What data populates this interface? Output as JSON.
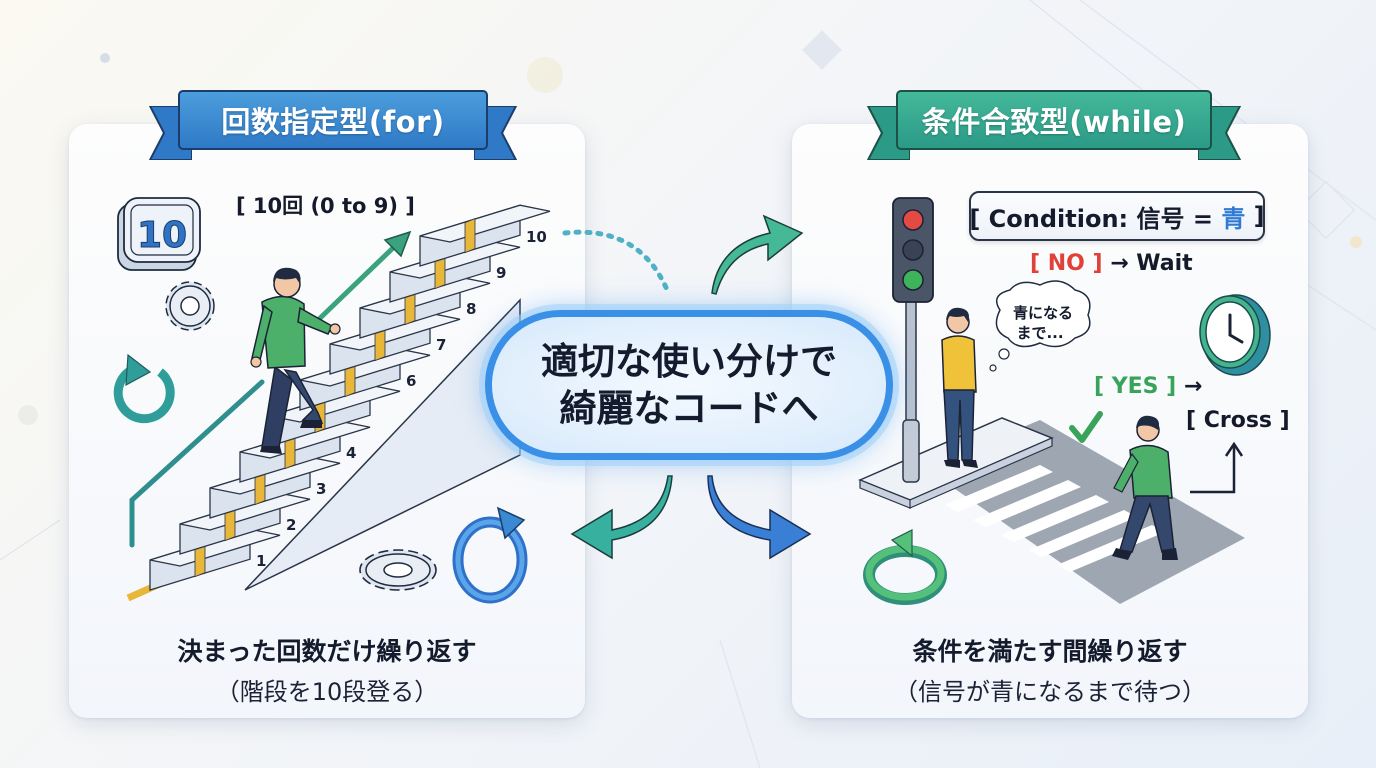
{
  "colors": {
    "for_ribbon": "#3a89d2",
    "while_ribbon": "#36a891",
    "center_border": "#3a8fe6",
    "no_red": "#e0413a",
    "yes_green": "#3aa35a",
    "blue_text": "#2f7bd4",
    "step_stripe": "#e8b73a"
  },
  "left_panel": {
    "ribbon_title": "回数指定型(for)",
    "counter_label": "[ 10回 (0 to 9) ]",
    "badge_number": "10",
    "step_numbers": [
      "1",
      "2",
      "3",
      "4",
      "6",
      "7",
      "8",
      "9",
      "10"
    ],
    "caption_main": "決まった回数だけ繰り返す",
    "caption_sub": "（階段を10段登る）",
    "icons": [
      "number-badge-icon",
      "gear-icon",
      "loop-arrow-icon",
      "gear-icon",
      "refresh-icon",
      "up-right-arrow-icon"
    ]
  },
  "center": {
    "line1": "適切な使い分けで",
    "line2": "綺麗なコードへ"
  },
  "right_panel": {
    "ribbon_title": "条件合致型(while)",
    "condition_prefix": "[ Condition: 信号 = ",
    "condition_value": "青",
    "condition_suffix": " ]",
    "no_label": "[ NO ]",
    "no_action": "→ Wait",
    "thought_line1": "青になる",
    "thought_line2": "まで...",
    "yes_label": "[ YES ]",
    "yes_arrow": "→",
    "cross_label": "[ Cross ]",
    "caption_main": "条件を満たす間繰り返す",
    "caption_sub": "（信号が青になるまで待つ）",
    "icons": [
      "traffic-light-icon",
      "clock-icon",
      "checkmark-icon",
      "loop-arrow-icon"
    ]
  }
}
